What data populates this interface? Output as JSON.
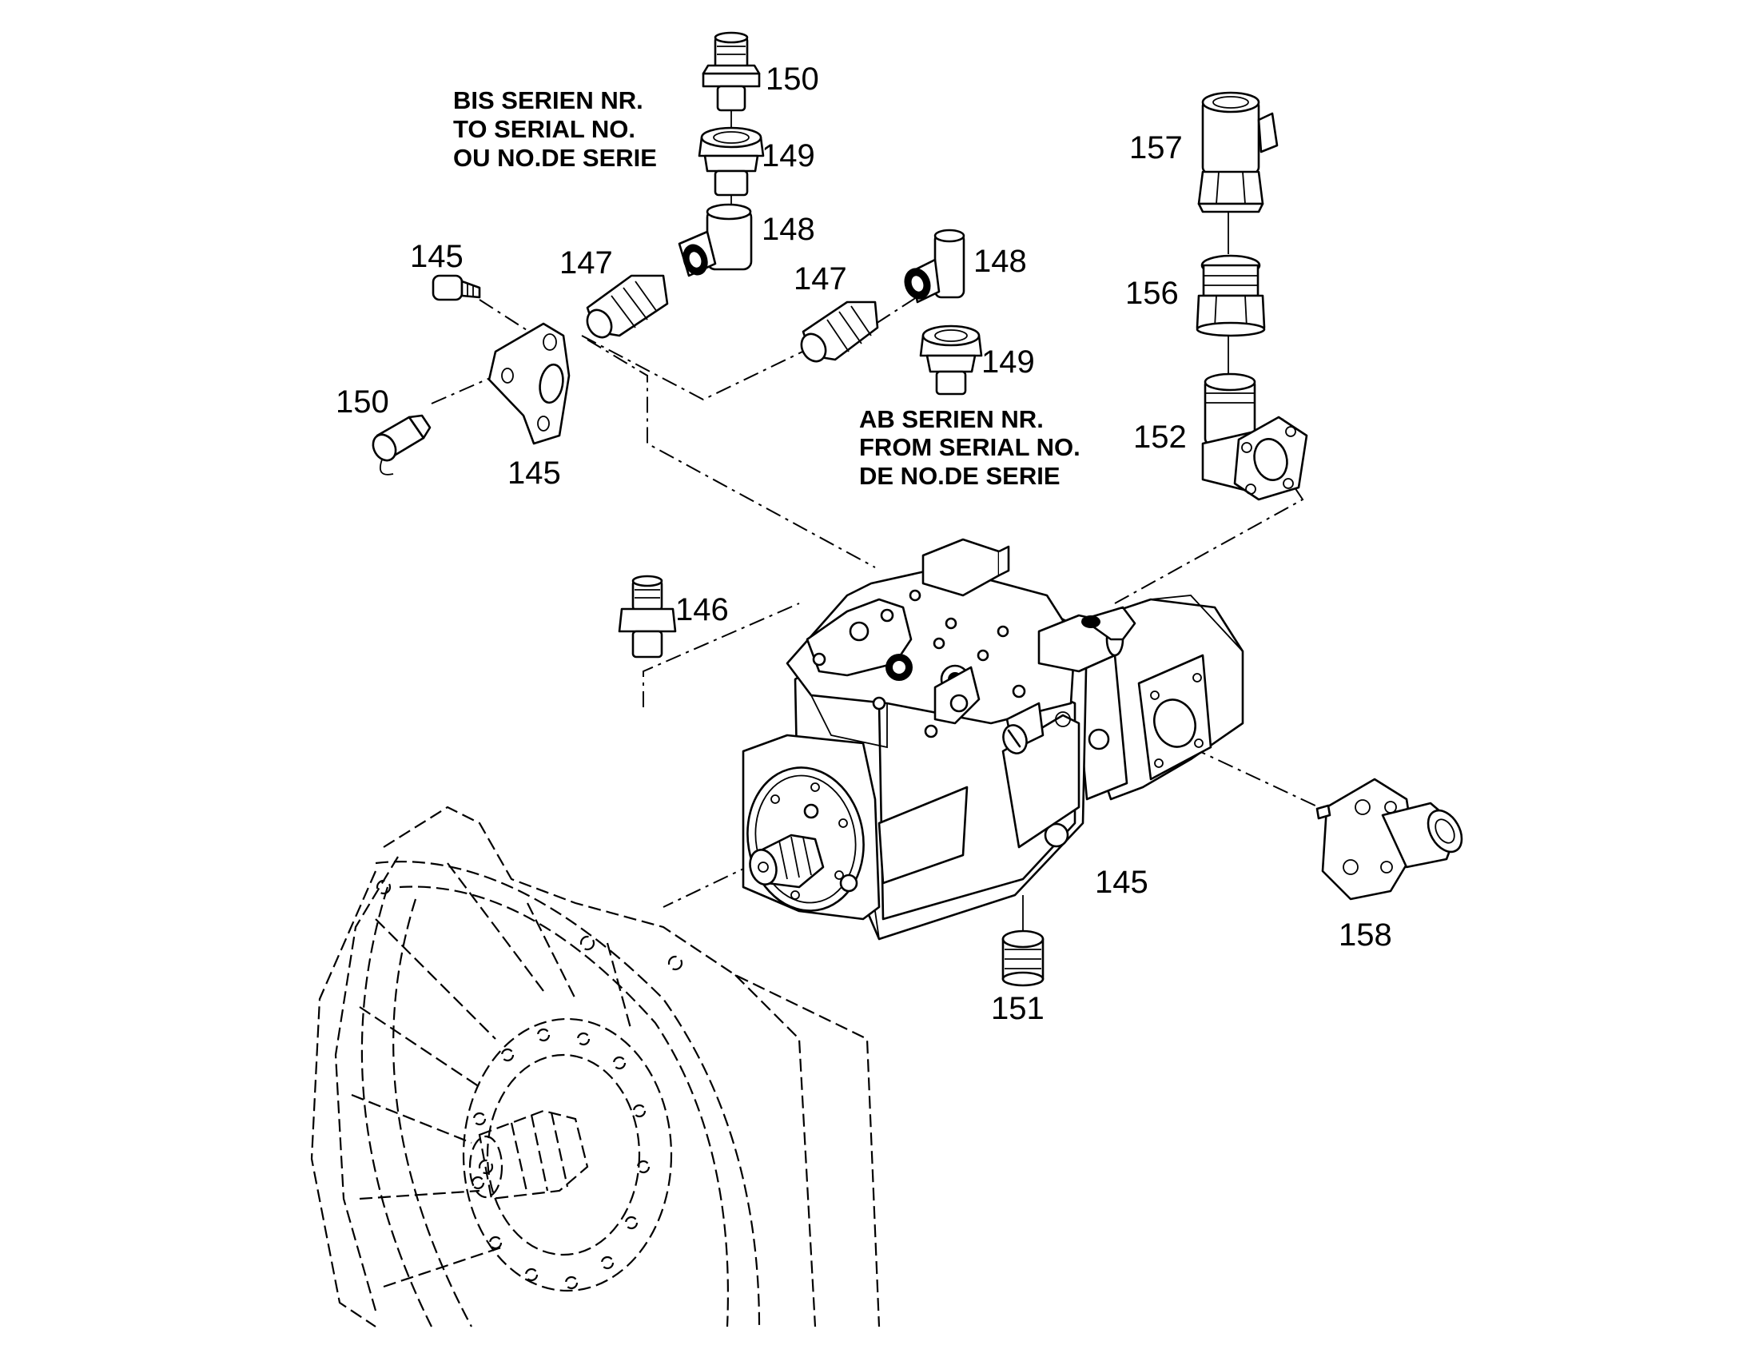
{
  "notes": {
    "before_serial": [
      "BIS SERIEN NR.",
      "TO SERIAL NO.",
      "OU NO.DE SERIE"
    ],
    "after_serial": [
      "AB SERIEN NR.",
      "FROM SERIAL NO.",
      "DE NO.DE SERIE"
    ]
  },
  "callouts": {
    "c150_top": "150",
    "c149_top": "149",
    "c148_left": "148",
    "c147_left": "147",
    "c145_screw": "145",
    "c150_left": "150",
    "c145_flange": "145",
    "c147_right": "147",
    "c148_right": "148",
    "c149_right": "149",
    "c157": "157",
    "c156": "156",
    "c152": "152",
    "c146": "146",
    "c145_pump": "145",
    "c158": "158",
    "c151": "151"
  }
}
